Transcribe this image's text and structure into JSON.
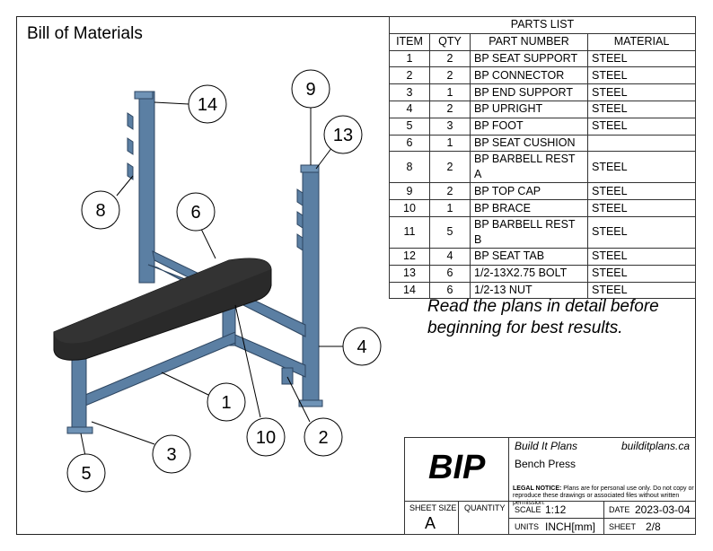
{
  "title": "Bill of Materials",
  "parts_list": {
    "caption": "PARTS LIST",
    "headers": [
      "ITEM",
      "QTY",
      "PART NUMBER",
      "MATERIAL"
    ],
    "rows": [
      [
        "1",
        "2",
        "BP SEAT SUPPORT",
        "STEEL"
      ],
      [
        "2",
        "2",
        "BP CONNECTOR",
        "STEEL"
      ],
      [
        "3",
        "1",
        "BP END SUPPORT",
        "STEEL"
      ],
      [
        "4",
        "2",
        "BP UPRIGHT",
        "STEEL"
      ],
      [
        "5",
        "3",
        "BP FOOT",
        "STEEL"
      ],
      [
        "6",
        "1",
        "BP SEAT CUSHION",
        ""
      ],
      [
        "8",
        "2",
        "BP BARBELL REST A",
        "STEEL"
      ],
      [
        "9",
        "2",
        "BP TOP CAP",
        "STEEL"
      ],
      [
        "10",
        "1",
        "BP BRACE",
        "STEEL"
      ],
      [
        "11",
        "5",
        "BP BARBELL REST B",
        "STEEL"
      ],
      [
        "12",
        "4",
        "BP SEAT TAB",
        "STEEL"
      ],
      [
        "13",
        "6",
        "1/2-13X2.75 BOLT",
        "STEEL"
      ],
      [
        "14",
        "6",
        "1/2-13 NUT",
        "STEEL"
      ]
    ]
  },
  "note": {
    "line1": "Read the plans in detail before",
    "line2": "beginning for best results."
  },
  "balloons": [
    "14",
    "9",
    "13",
    "8",
    "6",
    "4",
    "1",
    "2",
    "3",
    "10",
    "5"
  ],
  "title_block": {
    "logo": "BIP",
    "company": "Build It Plans",
    "website": "builditplans.ca",
    "project": "Bench Press",
    "legal_label": "LEGAL NOTICE:",
    "legal_line1": "Plans are for personal use only. Do not copy or",
    "legal_line2": "reproduce these drawings or associated files without written permission.",
    "sheet_size_label": "SHEET SIZE",
    "sheet_size": "A",
    "quantity_label": "QUANTITY",
    "scale_label": "SCALE",
    "scale": "1:12",
    "date_label": "DATE",
    "date": "2023-03-04",
    "units_label": "UNITS",
    "units": "INCH[mm]",
    "sheet_label": "SHEET",
    "sheet": "2/8"
  },
  "colors": {
    "steel": "#5b7fa3",
    "steel_dark": "#3f5f80",
    "cushion": "#2a2a2a"
  }
}
